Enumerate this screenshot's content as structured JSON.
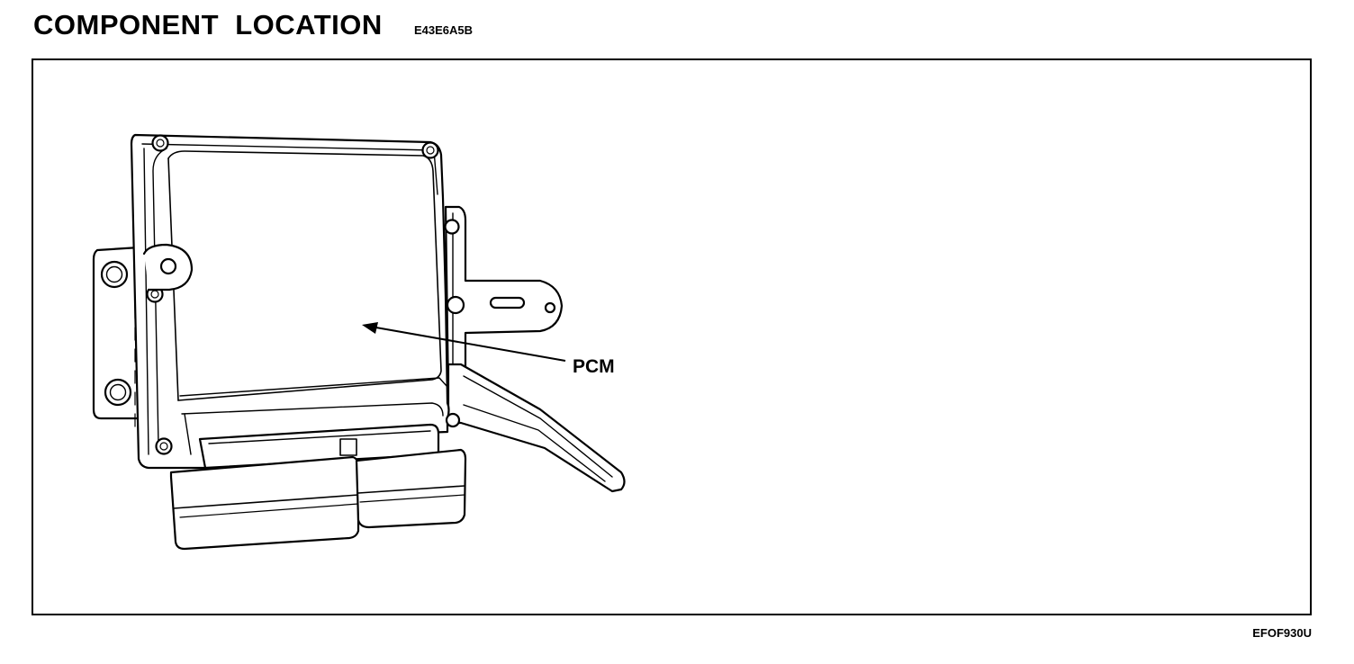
{
  "header": {
    "title": "COMPONENT  LOCATION",
    "doc_code": "E43E6A5B"
  },
  "diagram": {
    "component_label": "PCM"
  },
  "footer": {
    "figure_id": "EFOF930U"
  }
}
